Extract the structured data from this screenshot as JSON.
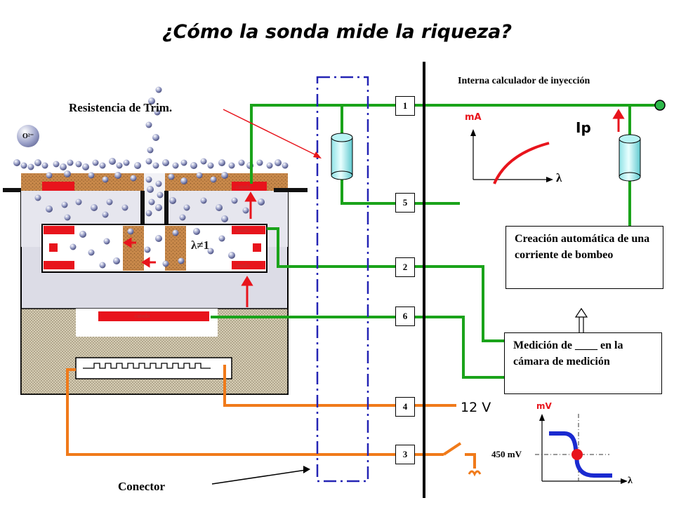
{
  "title": "¿Cómo la sonda mide la riqueza?",
  "labels": {
    "computer": "Interna calculador de inyección",
    "trim_resistor": "Resistencia de Trim.",
    "ion": "O²⁻",
    "lambda_ne1": "λ≠1",
    "ip": "Ip",
    "ma": "mA",
    "mv": "mV",
    "lambda": "λ",
    "v450": "450 mV",
    "v12": "12 V",
    "connector": "Conector",
    "catodo": "catodo",
    "anodo": "anodo"
  },
  "pins": [
    "1",
    "5",
    "2",
    "6",
    "4",
    "3"
  ],
  "boxes": {
    "pump": "Creación automática de una corriente de bombeo",
    "measure": "Medición de ____ en la cámara de medición"
  },
  "colors": {
    "wire_green": "#1aa31a",
    "wire_orange": "#f07a1a",
    "electrode_red": "#e8141c",
    "ceramic_brown": "#c8884a",
    "connector_blue": "#2424b4",
    "curve_blue": "#1a2ad0"
  }
}
